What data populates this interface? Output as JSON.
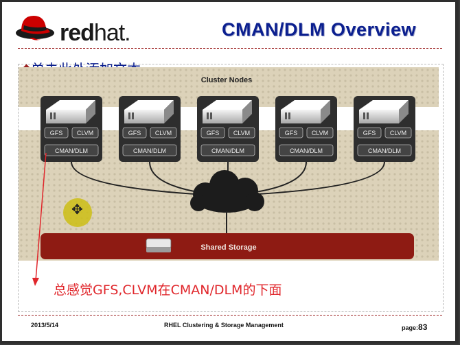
{
  "header": {
    "logo_text_bold": "red",
    "logo_text_light": "hat.",
    "title": "CMAN/DLM Overview"
  },
  "slide": {
    "placeholder_text": "单击此处添加文本",
    "annotation": "总感觉GFS,CLVM在CMAN/DLM的下面"
  },
  "diagram": {
    "title": "Cluster Nodes",
    "node_labels": {
      "gfs": "GFS",
      "clvm": "CLVM",
      "cman": "CMAN/DLM"
    },
    "nodes": [
      {
        "id": "node-1"
      },
      {
        "id": "node-2"
      },
      {
        "id": "node-3"
      },
      {
        "id": "node-4"
      },
      {
        "id": "node-5"
      }
    ],
    "storage_label": "Shared Storage"
  },
  "footer": {
    "date": "2013/5/14",
    "center": "RHEL Clustering & Storage Management",
    "page_label": "page:",
    "page_number": "83"
  },
  "colors": {
    "title": "#0b1f8f",
    "annotation": "#e0262b",
    "storage_bar": "#8e1b13",
    "node_box": "#2e2e2e",
    "diagram_bg": "#dcd2b9"
  }
}
